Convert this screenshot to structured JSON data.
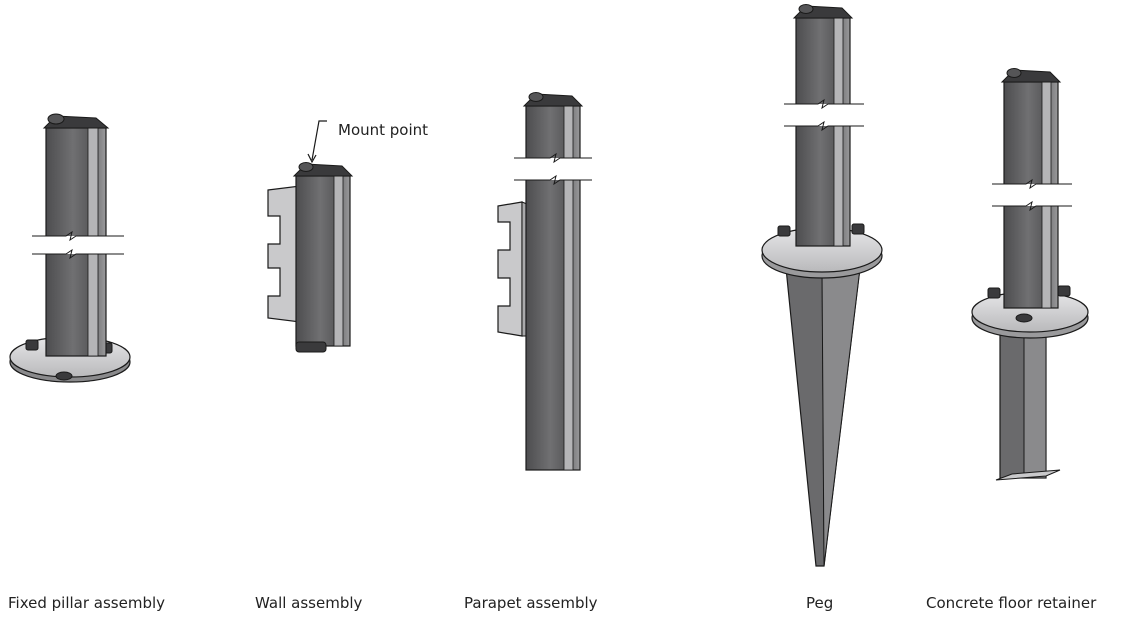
{
  "callout": {
    "label": "Mount point"
  },
  "captions": [
    "Fixed pillar assembly",
    "Wall assembly",
    "Parapet assembly",
    "Peg",
    "Concrete floor retainer"
  ],
  "colors": {
    "post_face": "#6e6e70",
    "post_dark": "#4d4d4f",
    "post_light": "#a7a7a9",
    "bracket": "#c9c9cb",
    "plate": "#d9d9db",
    "outline": "#1a1a1a"
  }
}
